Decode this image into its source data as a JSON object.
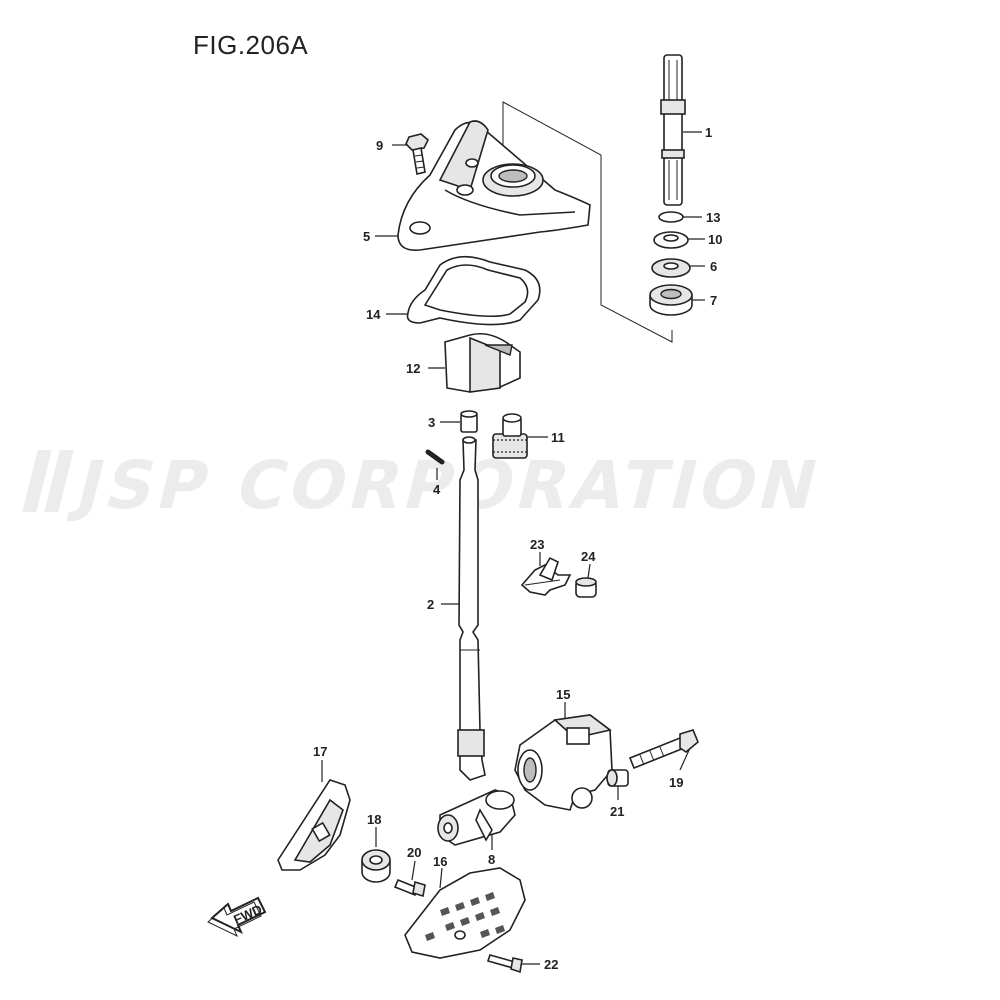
{
  "figure": {
    "title": "FIG.206A"
  },
  "watermark": {
    "text": "JSP CORPORATION"
  },
  "direction_arrow": {
    "label": "FWD"
  },
  "callouts": [
    {
      "id": "1",
      "label": "1"
    },
    {
      "id": "2",
      "label": "2"
    },
    {
      "id": "3",
      "label": "3"
    },
    {
      "id": "4",
      "label": "4"
    },
    {
      "id": "5",
      "label": "5"
    },
    {
      "id": "6",
      "label": "6"
    },
    {
      "id": "7",
      "label": "7"
    },
    {
      "id": "8",
      "label": "8"
    },
    {
      "id": "9",
      "label": "9"
    },
    {
      "id": "10",
      "label": "10"
    },
    {
      "id": "11",
      "label": "11"
    },
    {
      "id": "12",
      "label": "12"
    },
    {
      "id": "13",
      "label": "13"
    },
    {
      "id": "14",
      "label": "14"
    },
    {
      "id": "15",
      "label": "15"
    },
    {
      "id": "16",
      "label": "16"
    },
    {
      "id": "17",
      "label": "17"
    },
    {
      "id": "18",
      "label": "18"
    },
    {
      "id": "19",
      "label": "19"
    },
    {
      "id": "20",
      "label": "20"
    },
    {
      "id": "21",
      "label": "21"
    },
    {
      "id": "22",
      "label": "22"
    },
    {
      "id": "23",
      "label": "23"
    },
    {
      "id": "24",
      "label": "24"
    }
  ],
  "colors": {
    "ink": "#222222",
    "watermark": "#e9e9e9"
  }
}
